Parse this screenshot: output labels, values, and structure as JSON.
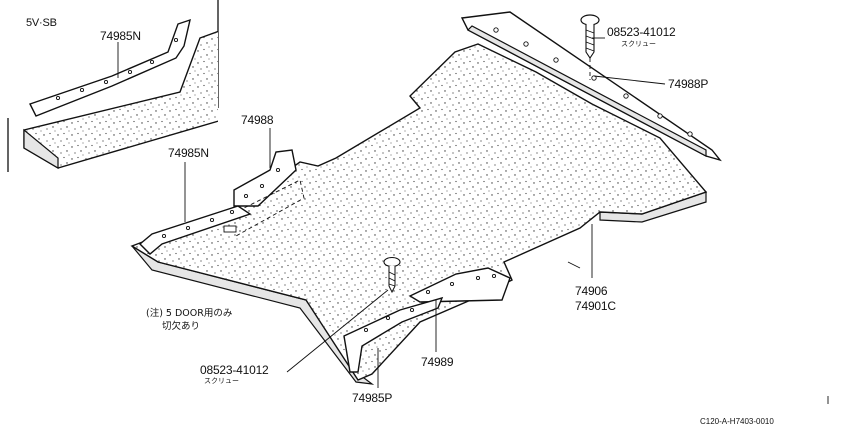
{
  "variant_label": "5V·SB",
  "parts": {
    "sill_trim_inset": "74985N",
    "rear_bracket_upper": "74988",
    "sill_trim_front": "74985N",
    "clip_rear": "08523-41012",
    "clip_rear_sub": "スクリュー",
    "rear_retainer": "74988P",
    "mat_main": "74906",
    "mat_alt": "74901C",
    "clip_front": "08523-41012",
    "clip_front_sub": "スクリュー",
    "rear_bracket_lower": "74989",
    "sill_trim_rear": "74985P"
  },
  "note": {
    "line1": "(注) 5 DOOR用のみ",
    "line2": "切欠あり"
  },
  "drawing_code": "C120-A-H7403-0010",
  "colors": {
    "ink": "#111111",
    "paper": "#ffffff"
  }
}
